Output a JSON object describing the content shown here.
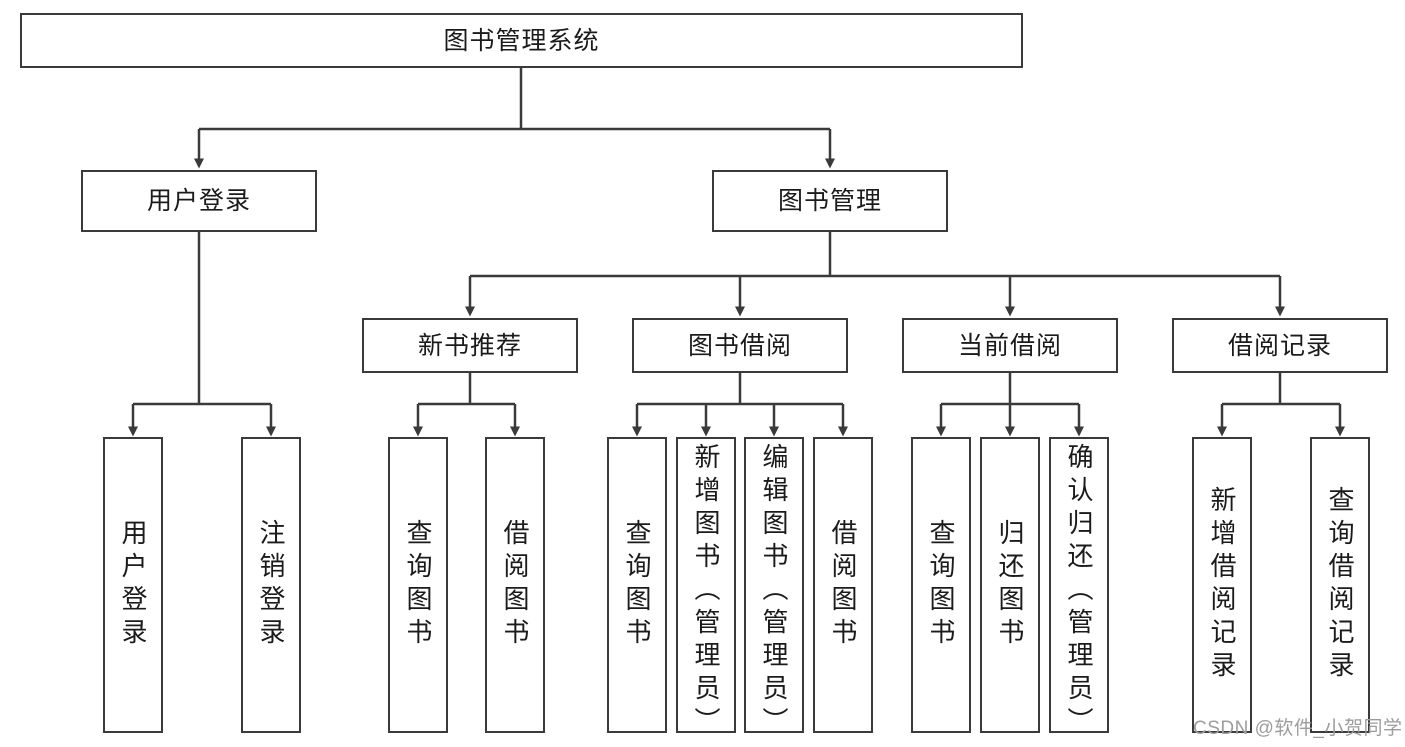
{
  "diagram": {
    "type": "tree-hierarchy-chart",
    "title": "图书管理系统",
    "line_color": "#3a3a3a",
    "box_fill": "#ffffff",
    "text_color": "#1b1b1b",
    "levels": {
      "root": {
        "label": "图书管理系统"
      },
      "level2": [
        {
          "label": "用户登录"
        },
        {
          "label": "图书管理"
        }
      ],
      "level3": [
        {
          "label": "新书推荐"
        },
        {
          "label": "图书借阅"
        },
        {
          "label": "当前借阅"
        },
        {
          "label": "借阅记录"
        }
      ],
      "leaves": {
        "user_login": [
          {
            "label": "用户登录"
          },
          {
            "label": "注销登录"
          }
        ],
        "new_book_recommend": [
          {
            "label": "查询图书"
          },
          {
            "label": "借阅图书"
          }
        ],
        "book_borrow": [
          {
            "label": "查询图书"
          },
          {
            "label": "新增图书（管理员）"
          },
          {
            "label": "编辑图书（管理员）"
          },
          {
            "label": "借阅图书"
          }
        ],
        "current_borrow": [
          {
            "label": "查询图书"
          },
          {
            "label": "归还图书"
          },
          {
            "label": "确认归还（管理员）"
          }
        ],
        "borrow_record": [
          {
            "label": "新增借阅记录"
          },
          {
            "label": "查询借阅记录"
          }
        ]
      }
    },
    "watermark": "CSDN @软件_小贺同学"
  }
}
